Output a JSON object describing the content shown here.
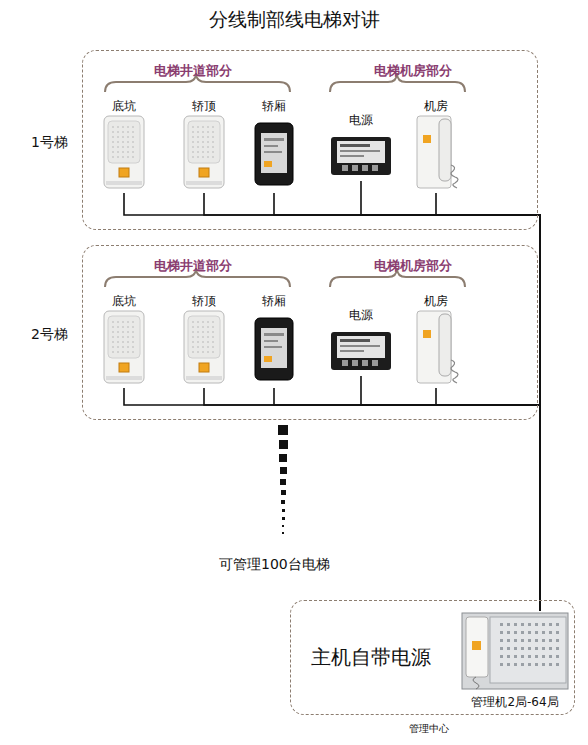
{
  "diagram": {
    "title": "分线制部线电梯对讲",
    "nodes": [
      {
        "text": [
          "1号梯",
          "电梯井道部分",
          "电梯机房部分"
        ]
      },
      {
        "text": [
          "底坑"
        ],
        "in": 0
      },
      {
        "text": [
          "轿顶"
        ],
        "in": 0
      },
      {
        "text": [
          "轿厢"
        ],
        "in": 0
      },
      {
        "text": [
          "电源"
        ],
        "in": 0
      },
      {
        "text": [
          "机房"
        ],
        "in": 0
      },
      {
        "text": [
          "2号梯",
          "电梯井道部分",
          "电梯机房部分"
        ]
      },
      {
        "text": [
          "底坑"
        ],
        "in": 6
      },
      {
        "text": [
          "轿顶"
        ],
        "in": 6
      },
      {
        "text": [
          "轿厢"
        ],
        "in": 6
      },
      {
        "text": [
          "电源"
        ],
        "in": 6
      },
      {
        "text": [
          "机房"
        ],
        "in": 6
      },
      {
        "text": [
          "主机自带电源",
          "管理中心"
        ]
      },
      {
        "text": [
          "管理机2局-64局"
        ],
        "in": 12
      }
    ],
    "edges": [
      {
        "from": 1,
        "to": 13,
        "arrow": "none"
      },
      {
        "from": 2,
        "to": 13,
        "arrow": "none"
      },
      {
        "from": 3,
        "to": 13,
        "arrow": "none"
      },
      {
        "from": 4,
        "to": 13,
        "arrow": "none"
      },
      {
        "from": 5,
        "to": 13,
        "arrow": "none"
      },
      {
        "from": 7,
        "to": 13,
        "arrow": "none"
      },
      {
        "from": 8,
        "to": 13,
        "arrow": "none"
      },
      {
        "from": 9,
        "to": 13,
        "arrow": "none"
      },
      {
        "from": 10,
        "to": 13,
        "arrow": "none"
      },
      {
        "from": 11,
        "to": 13,
        "arrow": "none"
      }
    ],
    "labels": [
      "可管理100台电梯"
    ]
  }
}
